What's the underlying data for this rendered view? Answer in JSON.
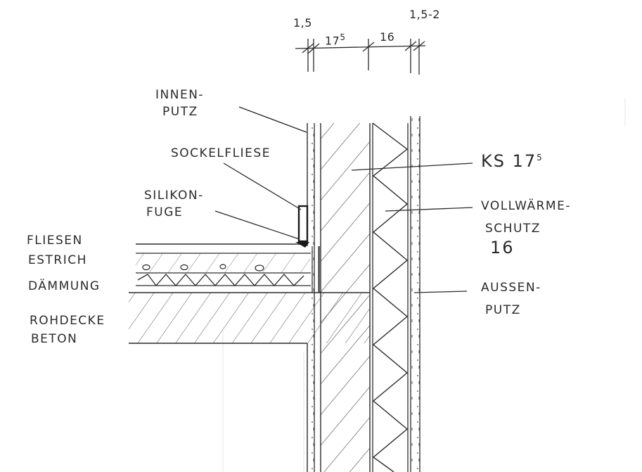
{
  "dimensions": {
    "inner_plaster": "1,5",
    "masonry": "17",
    "masonry_sup": "5",
    "insulation": "16",
    "outer_plaster": "1,5-2"
  },
  "labels": {
    "innenputz_1": "INNEN-",
    "innenputz_2": "PUTZ",
    "sockelfliese": "SOCKELFLIESE",
    "silikonfuge_1": "SILIKON-",
    "silikonfuge_2": "FUGE",
    "fliesen": "FLIESEN",
    "estrich": "ESTRICH",
    "daemmung": "DÄMMUNG",
    "rohdecke_1": "ROHDECKE",
    "rohdecke_2": "BETON",
    "ks_main": "KS 17",
    "ks_sup": "5",
    "vws_1": "VOLLWÄRME-",
    "vws_2": "SCHUTZ",
    "vws_3": "16",
    "aussenputz_1": "AUSSEN-",
    "aussenputz_2": "PUTZ"
  },
  "colors": {
    "ink": "#2a2a2a",
    "paper": "#ffffff"
  }
}
